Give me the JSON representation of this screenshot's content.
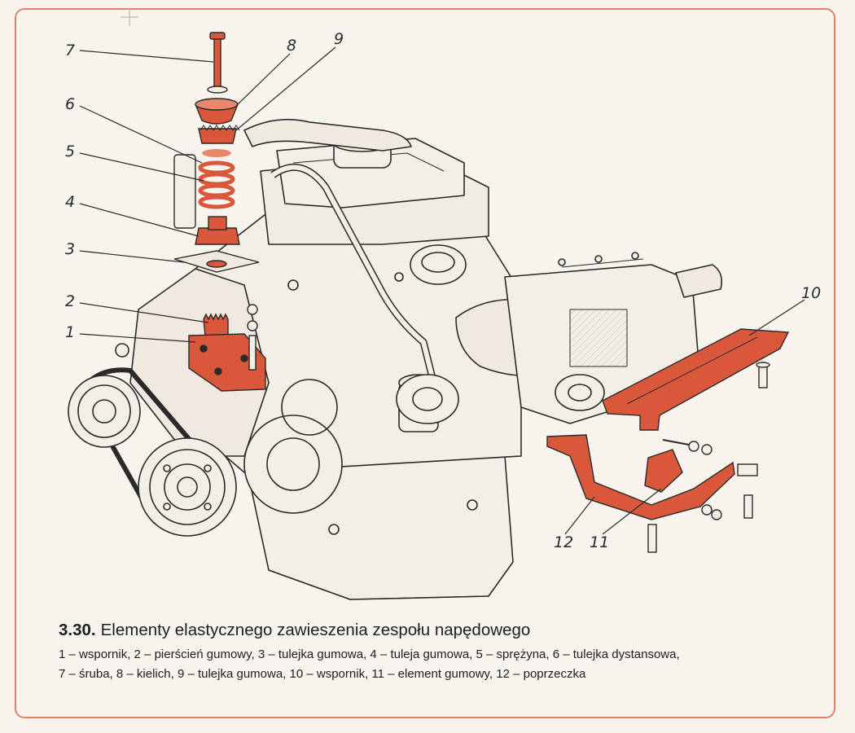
{
  "figure": {
    "number": "3.30.",
    "title": "Elementy elastycznego zawieszenia zespołu napędowego"
  },
  "callouts": [
    {
      "id": 1,
      "label": "1"
    },
    {
      "id": 2,
      "label": "2"
    },
    {
      "id": 3,
      "label": "3"
    },
    {
      "id": 4,
      "label": "4"
    },
    {
      "id": 5,
      "label": "5"
    },
    {
      "id": 6,
      "label": "6"
    },
    {
      "id": 7,
      "label": "7"
    },
    {
      "id": 8,
      "label": "8"
    },
    {
      "id": 9,
      "label": "9"
    },
    {
      "id": 10,
      "label": "10"
    },
    {
      "id": 11,
      "label": "11"
    },
    {
      "id": 12,
      "label": "12"
    }
  ],
  "legend": {
    "line1": [
      "1 – wspornik, ",
      "2 – pierścień gumowy, ",
      "3 – tulejka gumowa, ",
      "4 – tuleja gumowa, ",
      "5 – sprężyna, ",
      "6 – tulejka dystansowa,"
    ],
    "line2": [
      "7 – śruba, ",
      "8 – kielich, ",
      "9 – tulejka gumowa, ",
      "10 – wspornik, ",
      "11 – element gumowy, ",
      "12 – poprzeczka"
    ]
  },
  "colors": {
    "highlight": "#d9583c",
    "line": "#2a2a2a",
    "frame": "#e0826a",
    "paper": "#f7f4ee"
  }
}
